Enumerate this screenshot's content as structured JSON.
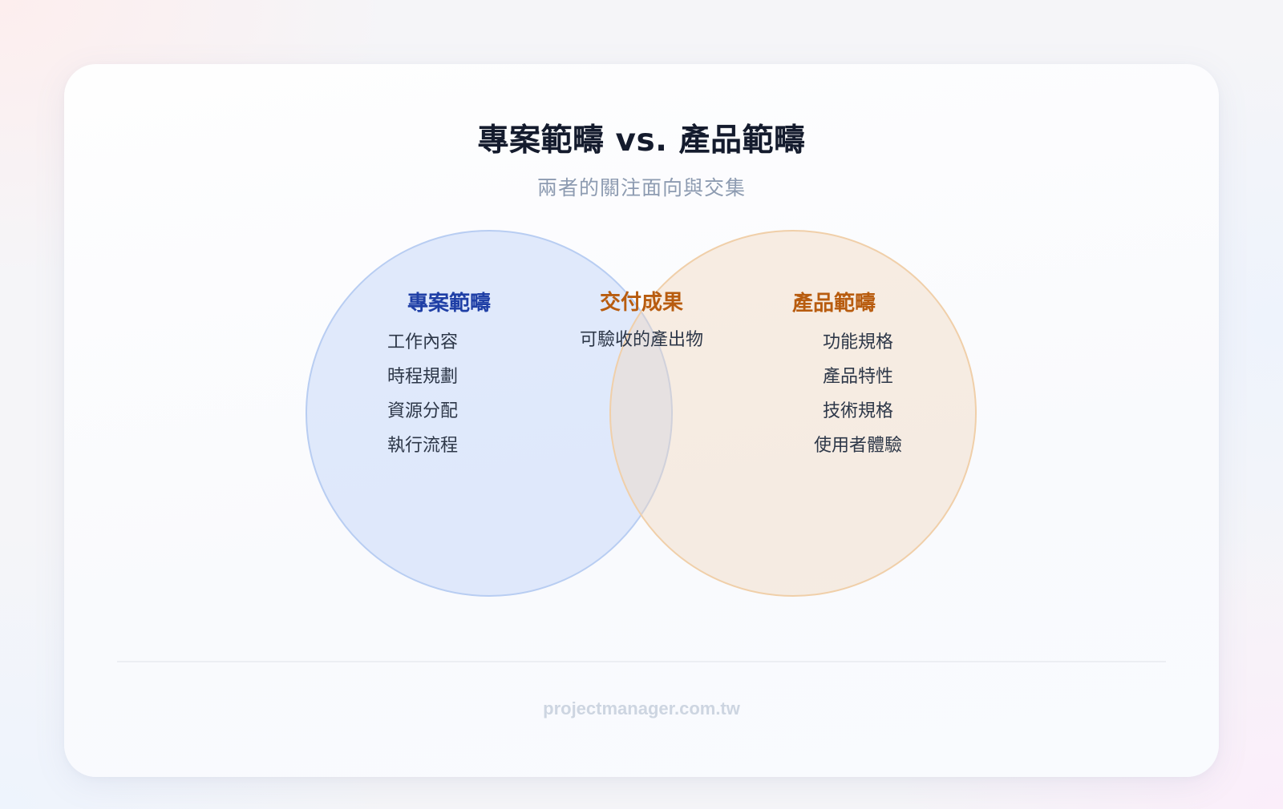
{
  "header": {
    "title": "專案範疇 vs. 產品範疇",
    "subtitle": "兩者的關注面向與交集"
  },
  "venn": {
    "left": {
      "label": "專案範疇",
      "color": "#1f3fa6",
      "fill": "#dfe8fb",
      "items": [
        "工作內容",
        "時程規劃",
        "資源分配",
        "執行流程"
      ]
    },
    "intersection": {
      "label": "交付成果",
      "color": "#b85c0f",
      "description": "可驗收的產出物"
    },
    "right": {
      "label": "產品範疇",
      "color": "#b85c0f",
      "fill": "#f6eadf",
      "items": [
        "功能規格",
        "產品特性",
        "技術規格",
        "使用者體驗"
      ]
    }
  },
  "footer": {
    "source": "projectmanager.com.tw"
  }
}
